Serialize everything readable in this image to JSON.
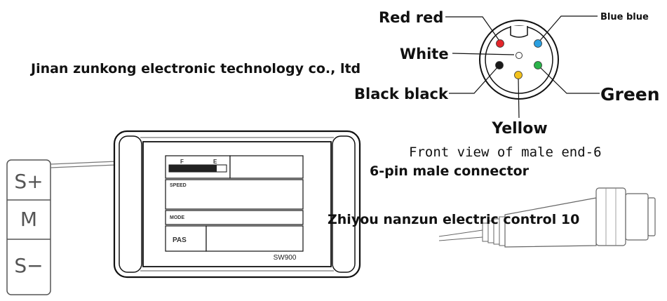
{
  "company": "Jinan zunkong electronic technology co., ltd",
  "watermark": "Zhiyou nanzun electric control 10",
  "pins": {
    "red": "Red red",
    "white": "White",
    "black": "Black black",
    "blue": "Blue blue",
    "green": "Green",
    "yellow": "Yellow"
  },
  "pin_colors": {
    "red": "#e3262b",
    "white": "#ffffff",
    "black": "#1a1a1a",
    "blue": "#2a9fe0",
    "green": "#2bb34a",
    "yellow": "#f2c11d"
  },
  "connector": {
    "front_view": "Front view of male end-6",
    "title": "6-pin male connector"
  },
  "display": {
    "model": "SW900",
    "speed": "SPEED",
    "mode": "MODE",
    "pas": "PAS",
    "battery_f": "F",
    "battery_e": "E"
  },
  "buttons": {
    "plus": "S+",
    "mode": "M",
    "minus": "S−"
  }
}
